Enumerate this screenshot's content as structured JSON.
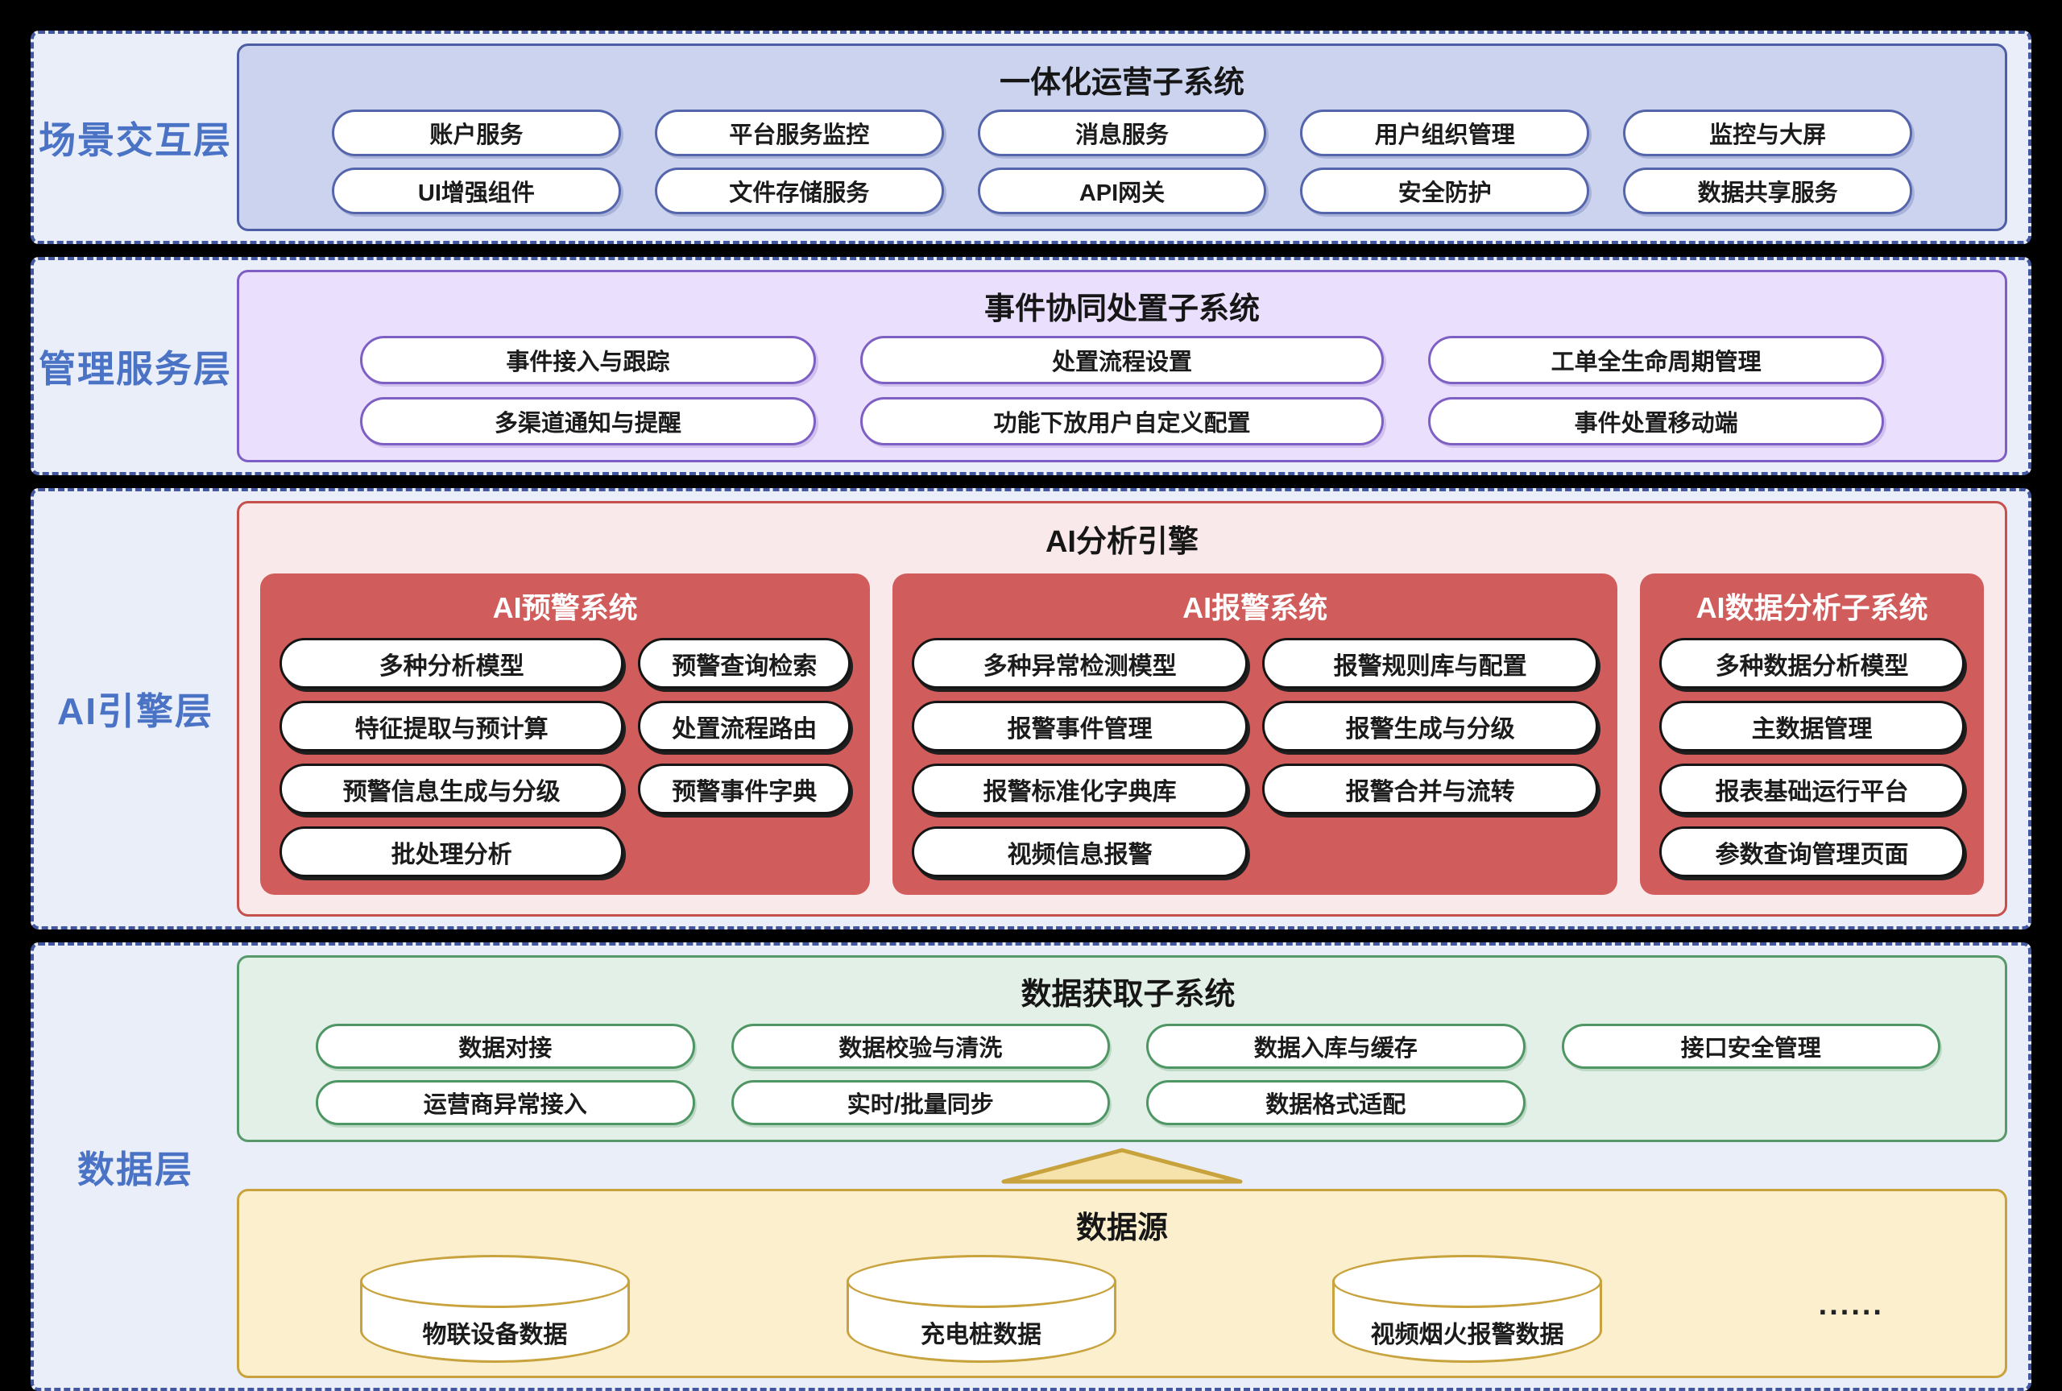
{
  "colors": {
    "page_bg": "#000000",
    "layer_bg": "#e9eef9",
    "layer_border": "#42579f",
    "layer_label_blue": "#4a73c6",
    "scene_panel_bg": "#cbd3ef",
    "scene_panel_border": "#4d5ea6",
    "mgmt_panel_bg": "#eadffc",
    "mgmt_panel_border": "#7e5ec5",
    "ai_panel_bg": "#f9e9ea",
    "ai_panel_border": "#c5504c",
    "ai_box_red": "#d05c5b",
    "green_panel_bg": "#e3f0e7",
    "green_panel_border": "#57996a",
    "yellow_panel_bg": "#fbefcd",
    "yellow_panel_border": "#c8a23c",
    "pill_text": "#1b1b1b"
  },
  "layers": {
    "scene": {
      "label": "场景交互层",
      "panel_title": "一体化运营子系统",
      "pills": [
        "账户服务",
        "平台服务监控",
        "消息服务",
        "用户组织管理",
        "监控与大屏",
        "UI增强组件",
        "文件存储服务",
        "API网关",
        "安全防护",
        "数据共享服务"
      ]
    },
    "management": {
      "label": "管理服务层",
      "panel_title": "事件协同处置子系统",
      "pills": [
        "事件接入与跟踪",
        "处置流程设置",
        "工单全生命周期管理",
        "多渠道通知与提醒",
        "功能下放用户自定义配置",
        "事件处置移动端"
      ]
    },
    "ai": {
      "label": "AI引擎层",
      "panel_title": "AI分析引擎",
      "warning": {
        "title": "AI预警系统",
        "left": [
          "多种分析模型",
          "特征提取与预计算",
          "预警信息生成与分级",
          "批处理分析"
        ],
        "right": [
          "预警查询检索",
          "处置流程路由",
          "预警事件字典"
        ]
      },
      "alarm": {
        "title": "AI报警系统",
        "left": [
          "多种异常检测模型",
          "报警事件管理",
          "报警标准化字典库",
          "视频信息报警"
        ],
        "right": [
          "报警规则库与配置",
          "报警生成与分级",
          "报警合并与流转"
        ]
      },
      "analysis": {
        "title": "AI数据分析子系统",
        "items": [
          "多种数据分析模型",
          "主数据管理",
          "报表基础运行平台",
          "参数查询管理页面"
        ]
      }
    },
    "data": {
      "label": "数据层",
      "acquisition": {
        "title": "数据获取子系统",
        "pills": [
          "数据对接",
          "数据校验与清洗",
          "数据入库与缓存",
          "接口安全管理",
          "运营商异常接入",
          "实时/批量同步",
          "数据格式适配"
        ]
      },
      "source": {
        "title": "数据源",
        "cylinders": [
          "物联设备数据",
          "充电桩数据",
          "视频烟火报警数据"
        ],
        "more": "......"
      }
    }
  }
}
